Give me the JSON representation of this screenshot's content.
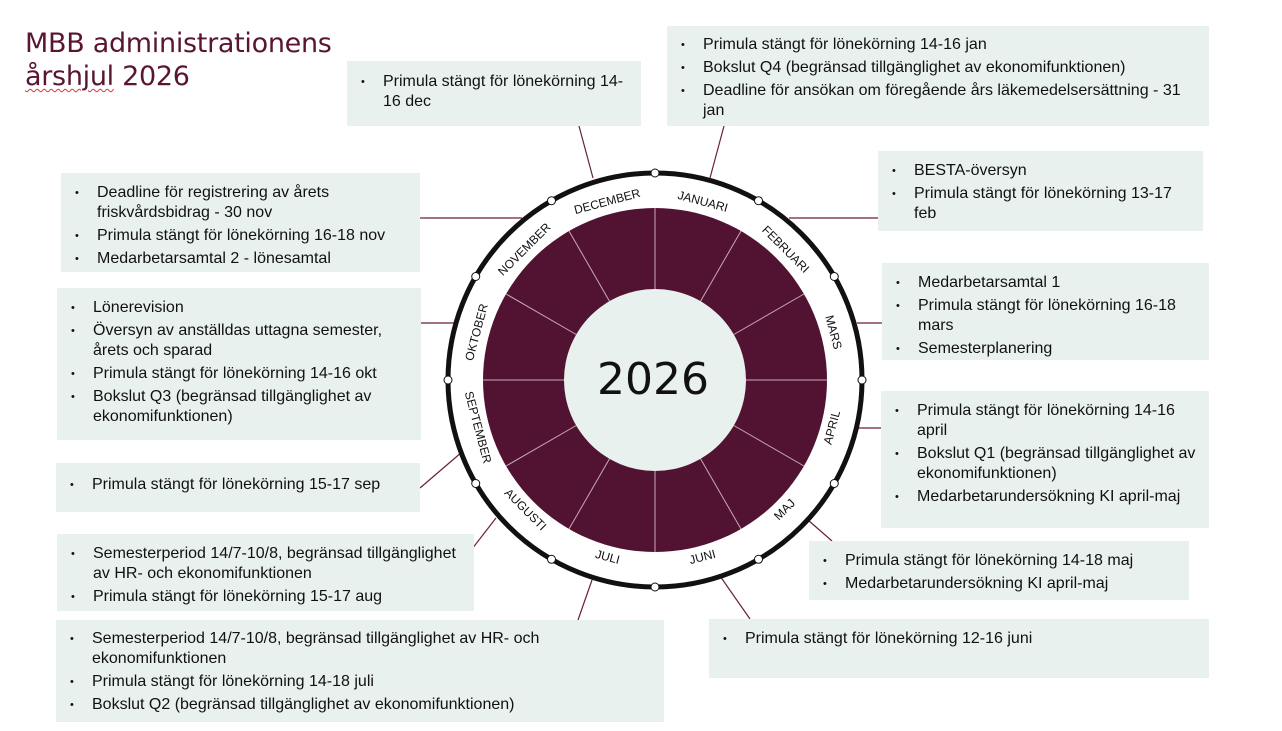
{
  "title": {
    "line1": "MBB administrationens",
    "line2_word": "årshjul",
    "line2_year": "2026"
  },
  "year": "2026",
  "months": [
    "JANUARI",
    "FEBRUARI",
    "MARS",
    "APRIL",
    "MAJ",
    "JUNI",
    "JULI",
    "AUGUSTI",
    "SEPTEMBER",
    "OKTOBER",
    "NOVEMBER",
    "DECEMBER"
  ],
  "colors": {
    "wheel": "#521232",
    "box_bg": "#e9f1ef",
    "title": "#5a1533",
    "connector": "#6b1f3f"
  },
  "boxes": {
    "december": [
      "Primula stängt för lönekörning 14-16 dec"
    ],
    "januari": [
      "Primula stängt för lönekörning 14-16 jan",
      "Bokslut Q4 (begränsad tillgänglighet av ekonomifunktionen)",
      "Deadline för ansökan om föregående års läkemedelsersättning - 31 jan"
    ],
    "november": [
      "Deadline för registrering av årets friskvårdsbidrag - 30 nov",
      "Primula stängt för lönekörning 16-18 nov",
      "Medarbetarsamtal 2 - lönesamtal"
    ],
    "februari": [
      "BESTA-översyn",
      "Primula stängt för lönekörning 13-17 feb"
    ],
    "oktober": [
      "Lönerevision",
      "Översyn av anställdas uttagna semester, årets och sparad",
      "Primula stängt för lönekörning 14-16 okt",
      "Bokslut Q3 (begränsad tillgänglighet av ekonomifunktionen)"
    ],
    "mars": [
      "Medarbetarsamtal 1",
      "Primula stängt för lönekörning 16-18 mars",
      "Semesterplanering"
    ],
    "april": [
      "Primula stängt för lönekörning 14-16 april",
      "Bokslut Q1 (begränsad tillgänglighet av ekonomifunktionen)",
      "Medarbetarundersökning KI april-maj"
    ],
    "september": [
      "Primula stängt för lönekörning 15-17 sep"
    ],
    "maj": [
      "Primula stängt för lönekörning 14-18 maj",
      "Medarbetarundersökning KI april-maj"
    ],
    "augusti": [
      "Semesterperiod 14/7-10/8, begränsad tillgänglighet av HR- och ekonomifunktionen",
      "Primula stängt för lönekörning 15-17 aug"
    ],
    "juni": [
      "Primula stängt för lönekörning 12-16 juni"
    ],
    "juli": [
      "Semesterperiod 14/7-10/8, begränsad tillgänglighet av HR- och ekonomifunktionen",
      "Primula stängt för lönekörning 14-18 juli",
      "Bokslut Q2 (begränsad tillgänglighet av ekonomifunktionen)"
    ]
  }
}
